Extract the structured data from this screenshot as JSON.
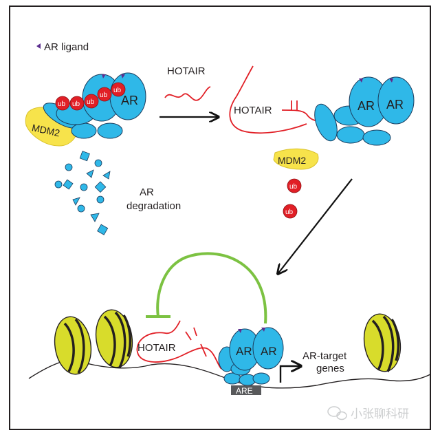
{
  "legend": {
    "ligand_label": "AR ligand"
  },
  "labels": {
    "ar": "AR",
    "ub": "ub",
    "mdm2": "MDM2",
    "hotair": "HOTAIR",
    "degradation_line1": "AR",
    "degradation_line2": "degradation",
    "are": "ARE",
    "target_line1": "AR-target",
    "target_line2": "genes"
  },
  "watermark": {
    "text": "小张聊科研"
  },
  "colors": {
    "ar_blue": "#2fb8e8",
    "ub_red": "#e11f26",
    "mdm2_yellow": "#f7e34b",
    "rna_red": "#e11f26",
    "inhibit_green": "#7cc242",
    "nucleosome_yellow": "#d8dc2b",
    "ligand_purple": "#5b2d8e",
    "are_gray": "#58595b"
  }
}
